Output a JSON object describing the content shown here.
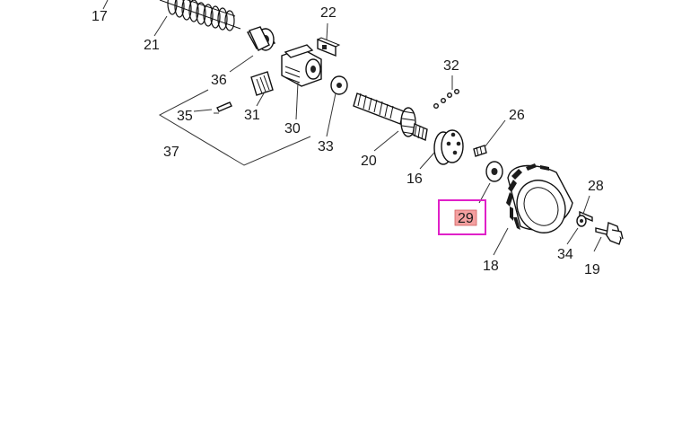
{
  "labels": {
    "p17": "17",
    "p21": "21",
    "p22": "22",
    "p36": "36",
    "p35": "35",
    "p31": "31",
    "p30": "30",
    "p37": "37",
    "p33": "33",
    "p32": "32",
    "p20": "20",
    "p16": "16",
    "p26": "26",
    "p28": "28",
    "p29": "29",
    "p18": "18",
    "p34": "34",
    "p19": "19"
  },
  "highlight": {
    "part": "29",
    "box_color": "#e020c8",
    "fill_color": "#f4a0a0"
  }
}
